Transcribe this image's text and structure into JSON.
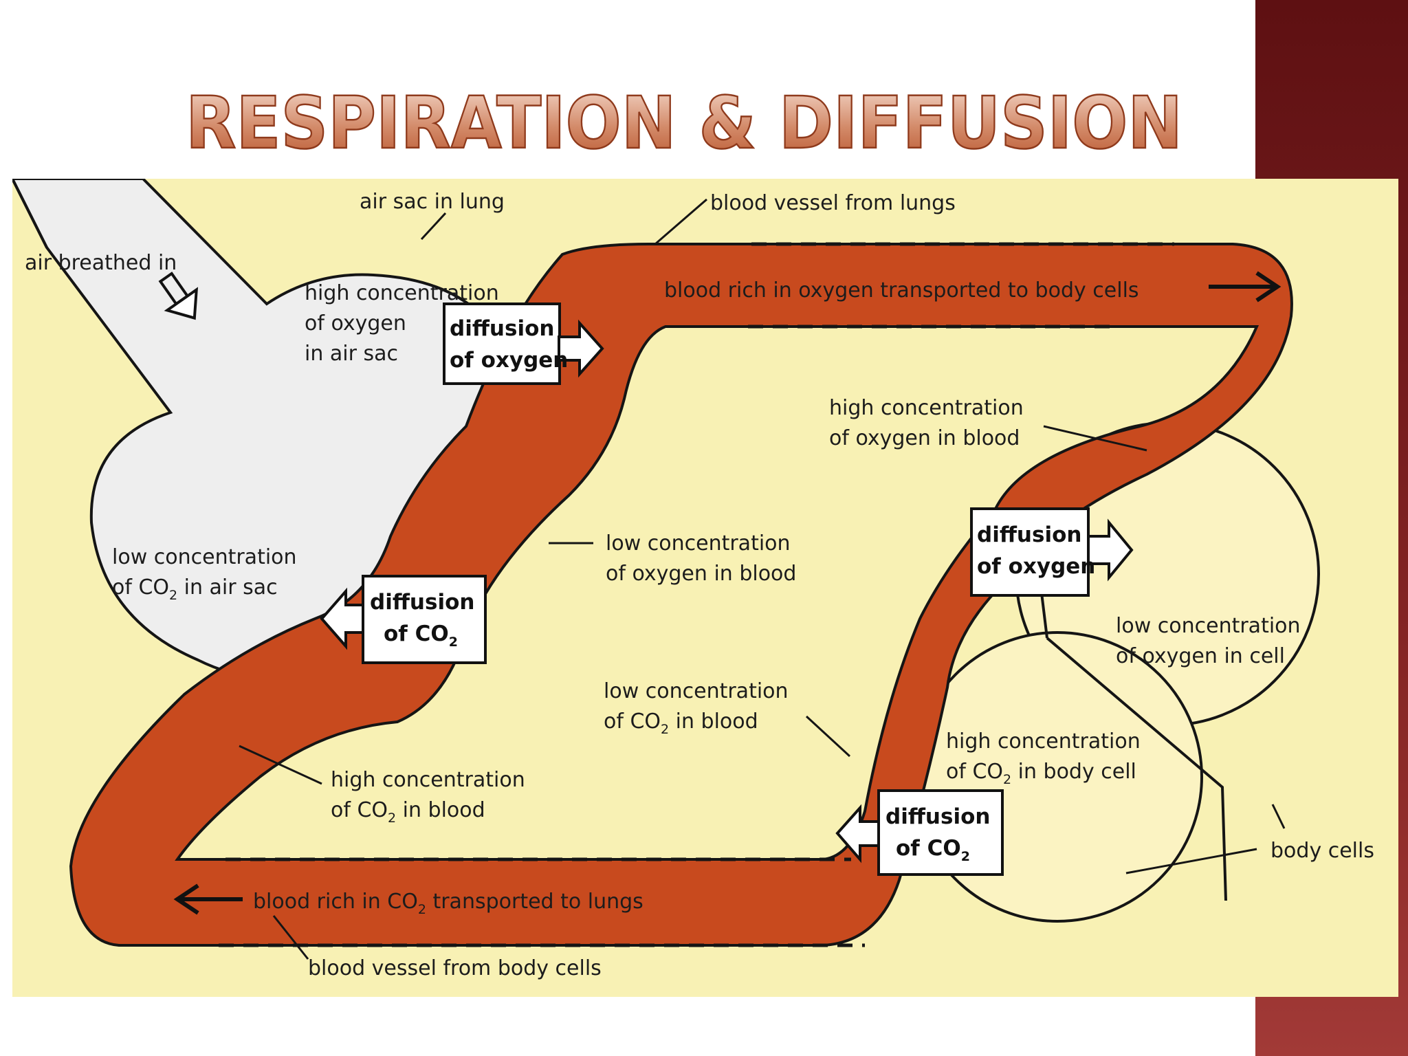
{
  "title": "RESPIRATION & DIFFUSION",
  "colors": {
    "background": "#ffffff",
    "sidebar": "#7a1f20",
    "diagram_background": "#f8f1b4",
    "blood_vessel": "#c84a1e",
    "air_sac": "#eeeeee",
    "cells": "#fbf3c2",
    "title_fill_top": "#f6ddd0",
    "title_fill_bottom": "#b9562e"
  },
  "labels": {
    "air_breathed_in": "air breathed in",
    "air_sac_in_lung": "air sac in lung",
    "blood_vessel_from_lungs": "blood vessel from lungs",
    "high_o2_air_sac": [
      "high concentration",
      "of oxygen",
      "in air sac"
    ],
    "diffusion_oxygen_1": [
      "diffusion",
      "of oxygen"
    ],
    "blood_rich_oxygen": "blood rich in oxygen transported to body cells",
    "high_o2_blood": [
      "high concentration",
      "of oxygen in blood"
    ],
    "low_co2_air_sac": [
      "low concentration",
      "of CO",
      "2",
      " in air sac"
    ],
    "low_o2_blood": [
      "low concentration",
      "of oxygen in blood"
    ],
    "diffusion_co2_1": [
      "diffusion",
      "of CO",
      "2"
    ],
    "diffusion_oxygen_2": [
      "diffusion",
      "of oxygen"
    ],
    "low_o2_cell": [
      "low concentration",
      "of oxygen in cell"
    ],
    "low_co2_blood": [
      "low concentration",
      "of CO",
      "2",
      " in blood"
    ],
    "high_co2_body_cell": [
      "high concentration",
      "of CO",
      "2",
      " in body cell"
    ],
    "high_co2_blood": [
      "high concentration",
      "of CO",
      "2",
      " in blood"
    ],
    "diffusion_co2_2": [
      "diffusion",
      "of CO",
      "2"
    ],
    "body_cells": "body cells",
    "blood_rich_co2": [
      "blood rich in CO",
      "2",
      " transported to lungs"
    ],
    "blood_vessel_from_body_cells": "blood vessel from body cells"
  }
}
